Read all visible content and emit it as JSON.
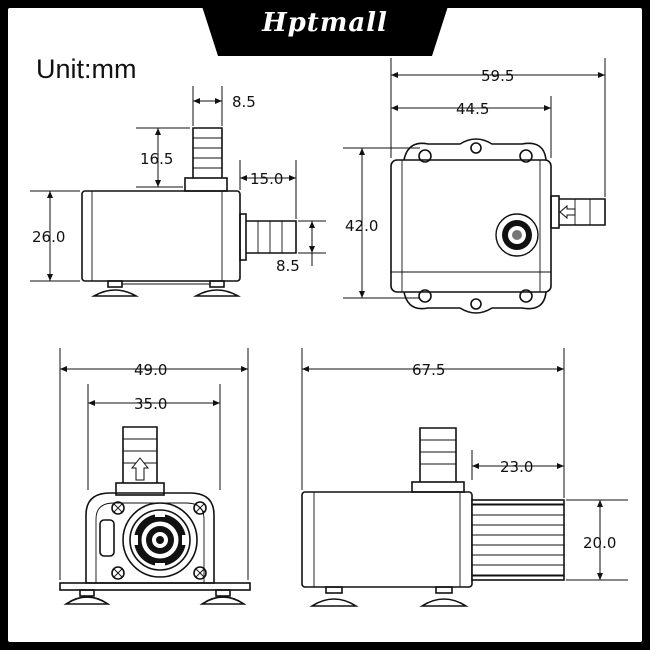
{
  "brand": {
    "name": "Hptmall"
  },
  "unit_label": "Unit:mm",
  "dimensions": {
    "front_outlet_diameter": "8.5",
    "front_outlet_height": "16.5",
    "front_body_height": "26.0",
    "front_inlet_length": "15.0",
    "front_inlet_diameter": "8.5",
    "top_overall_length": "59.5",
    "top_body_length": "44.5",
    "top_body_width": "42.0",
    "end_overall_width": "49.0",
    "end_body_width": "35.0",
    "side_overall_length": "67.5",
    "side_filter_length": "23.0",
    "side_filter_height": "20.0"
  }
}
